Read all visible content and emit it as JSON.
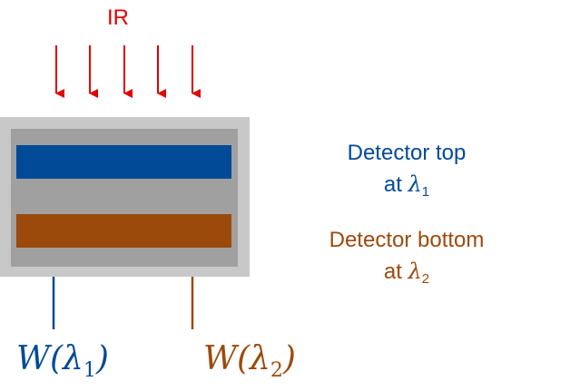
{
  "ir_label": "IR",
  "colors": {
    "ir": "#e00000",
    "top_layer": "#004a98",
    "bottom_layer": "#9c4a0c",
    "housing_outer": "#c8c8c8",
    "housing_inner": "#a0a0a0"
  },
  "detector_top": {
    "line1": "Detector top",
    "line2_prefix": "at ",
    "symbol": "λ",
    "subscript": "1"
  },
  "detector_bottom": {
    "line1": "Detector bottom",
    "line2_prefix": "at ",
    "symbol": "λ",
    "subscript": "2"
  },
  "output_1": {
    "prefix": "W(λ",
    "subscript": "1",
    "suffix": ")"
  },
  "output_2": {
    "prefix": "W(λ",
    "subscript": "2",
    "suffix": ")"
  }
}
